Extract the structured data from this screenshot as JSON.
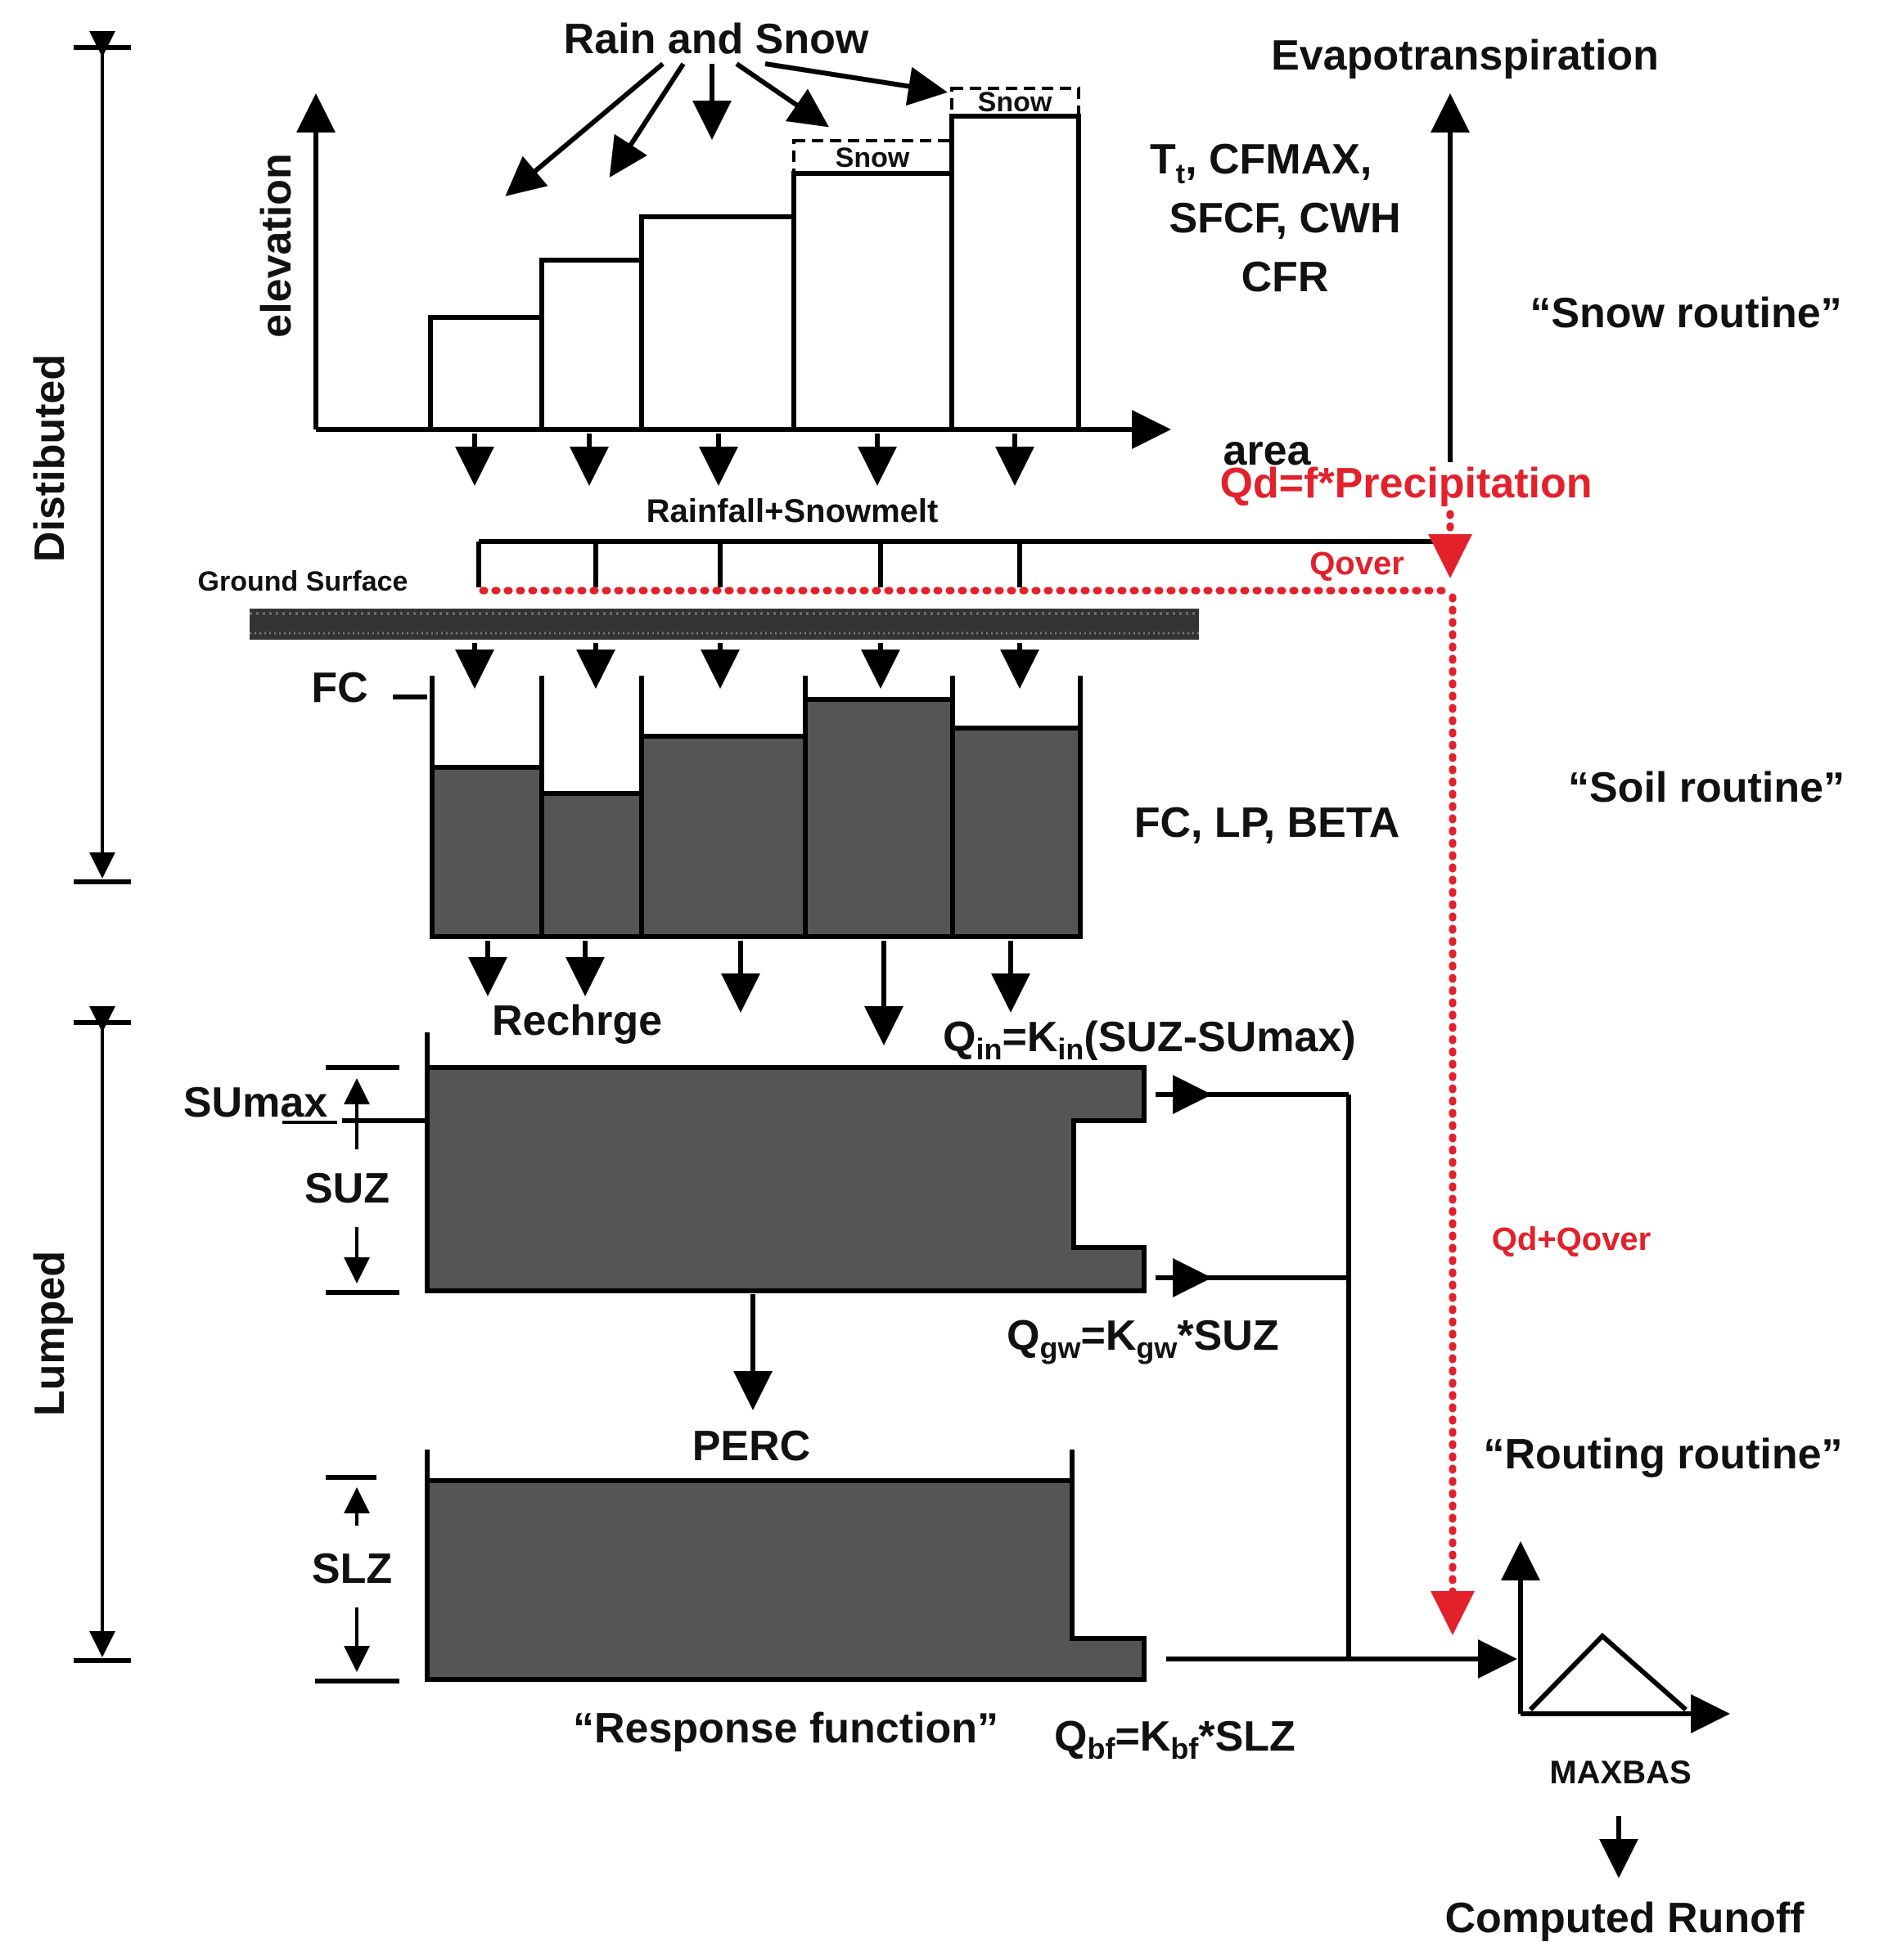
{
  "sections": {
    "distributed": "Distibuted",
    "lumped": "Lumped"
  },
  "snow": {
    "rain_and_snow": "Rain and Snow",
    "y_axis": "elevation",
    "x_axis": "area",
    "snow_label_1": "Snow",
    "snow_label_2": "Snow",
    "params_line1_T": "T",
    "params_line1_sub": "t",
    "params_line1_rest": ", CFMAX,",
    "params_line2": "SFCF, CWH",
    "params_line3": "CFR",
    "routine": "“Snow routine”",
    "evapotranspiration": "Evapotranspiration"
  },
  "fluxes": {
    "qd": "Qd=f*Precipitation",
    "qover": "Qover",
    "qd_qover": "Qd+Qover",
    "rainfall_snowmelt": "Rainfall+Snowmelt",
    "ground_surface": "Ground Surface"
  },
  "soil": {
    "fc_marker": "FC",
    "params": "FC, LP, BETA",
    "routine": "“Soil routine”",
    "recharge": "Rechrge"
  },
  "upper_zone": {
    "sumax": "SUmax",
    "suz": "SUZ",
    "qin_Q": "Q",
    "qin_sub": "in",
    "qin_eq": "=K",
    "qin_sub2": "in",
    "qin_rest": "(SUZ-SUmax)",
    "qgw_Q": "Q",
    "qgw_sub": "gw",
    "qgw_eq": "=K",
    "qgw_sub2": "gw",
    "qgw_rest": "*SUZ"
  },
  "lower_zone": {
    "perc": "PERC",
    "slz": "SLZ",
    "qbf_Q": "Q",
    "qbf_sub": "bf",
    "qbf_eq": "=K",
    "qbf_sub2": "bf",
    "qbf_rest": "*SLZ",
    "response_function": "“Response function”"
  },
  "routing": {
    "routine": "“Routing routine”",
    "maxbas": "MAXBAS",
    "computed_runoff": "Computed Runoff"
  },
  "colors": {
    "red": "#e3212b",
    "tank_fill": "#555555",
    "ground_band": "#333333"
  }
}
